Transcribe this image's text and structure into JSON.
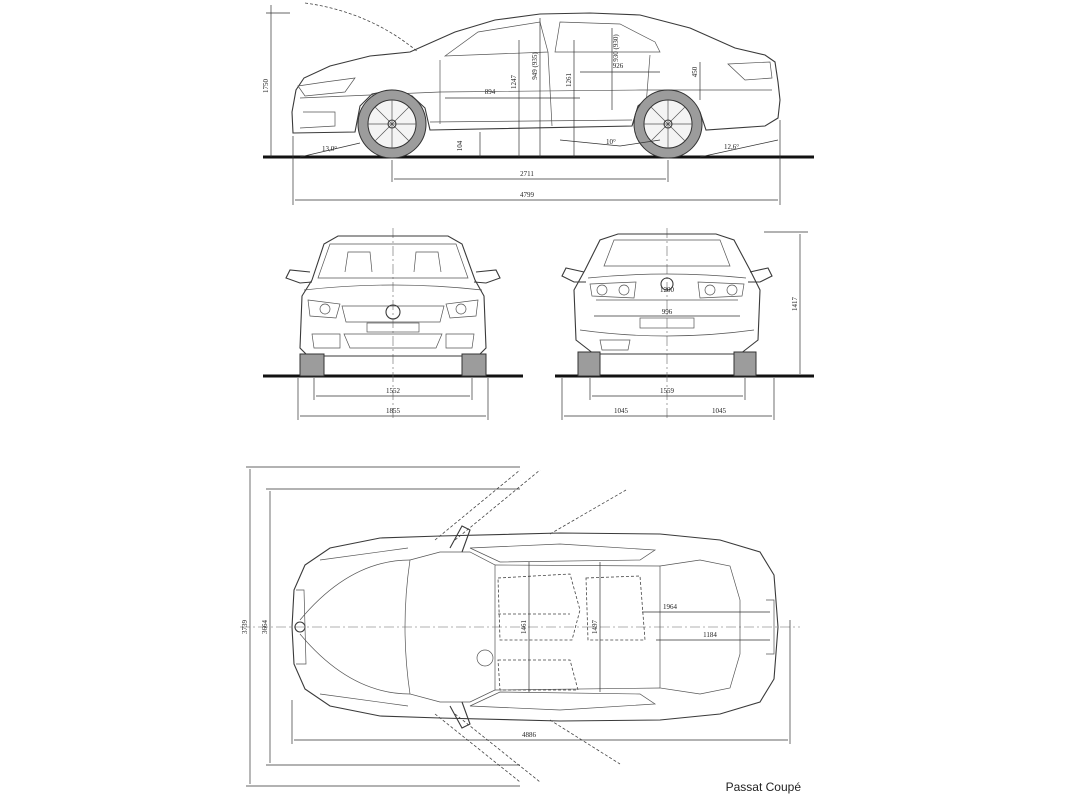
{
  "title": "Passat Coupé",
  "side_view": {
    "height": "1750",
    "wheelbase": "2711",
    "length": "4799",
    "ground_clearance": "104",
    "approach_angle": "13,0°",
    "departure_angle": "12,6°",
    "ramp_angle": "10°",
    "front_leg": "894",
    "rear_leg": "926",
    "front_headroom": "949 (935)",
    "rear_headroom": "930 (930)",
    "front_seat_height": "1247",
    "rear_seat_height": "1261",
    "trunk_height": "450"
  },
  "front_view": {
    "track": "1552",
    "width": "1855"
  },
  "rear_view": {
    "track": "1559",
    "half_width_left": "1045",
    "half_width_right": "1045",
    "height": "1417",
    "trunk_opening_width": "996",
    "trunk_opening_height": "1200"
  },
  "top_view": {
    "width_mirrors_open": "3739",
    "width_doors_open": "3664",
    "overall_length_doors": "4886",
    "interior_width_front": "1461",
    "interior_width_rear": "1497",
    "trunk_length": "1184",
    "cargo_length": "1964"
  }
}
